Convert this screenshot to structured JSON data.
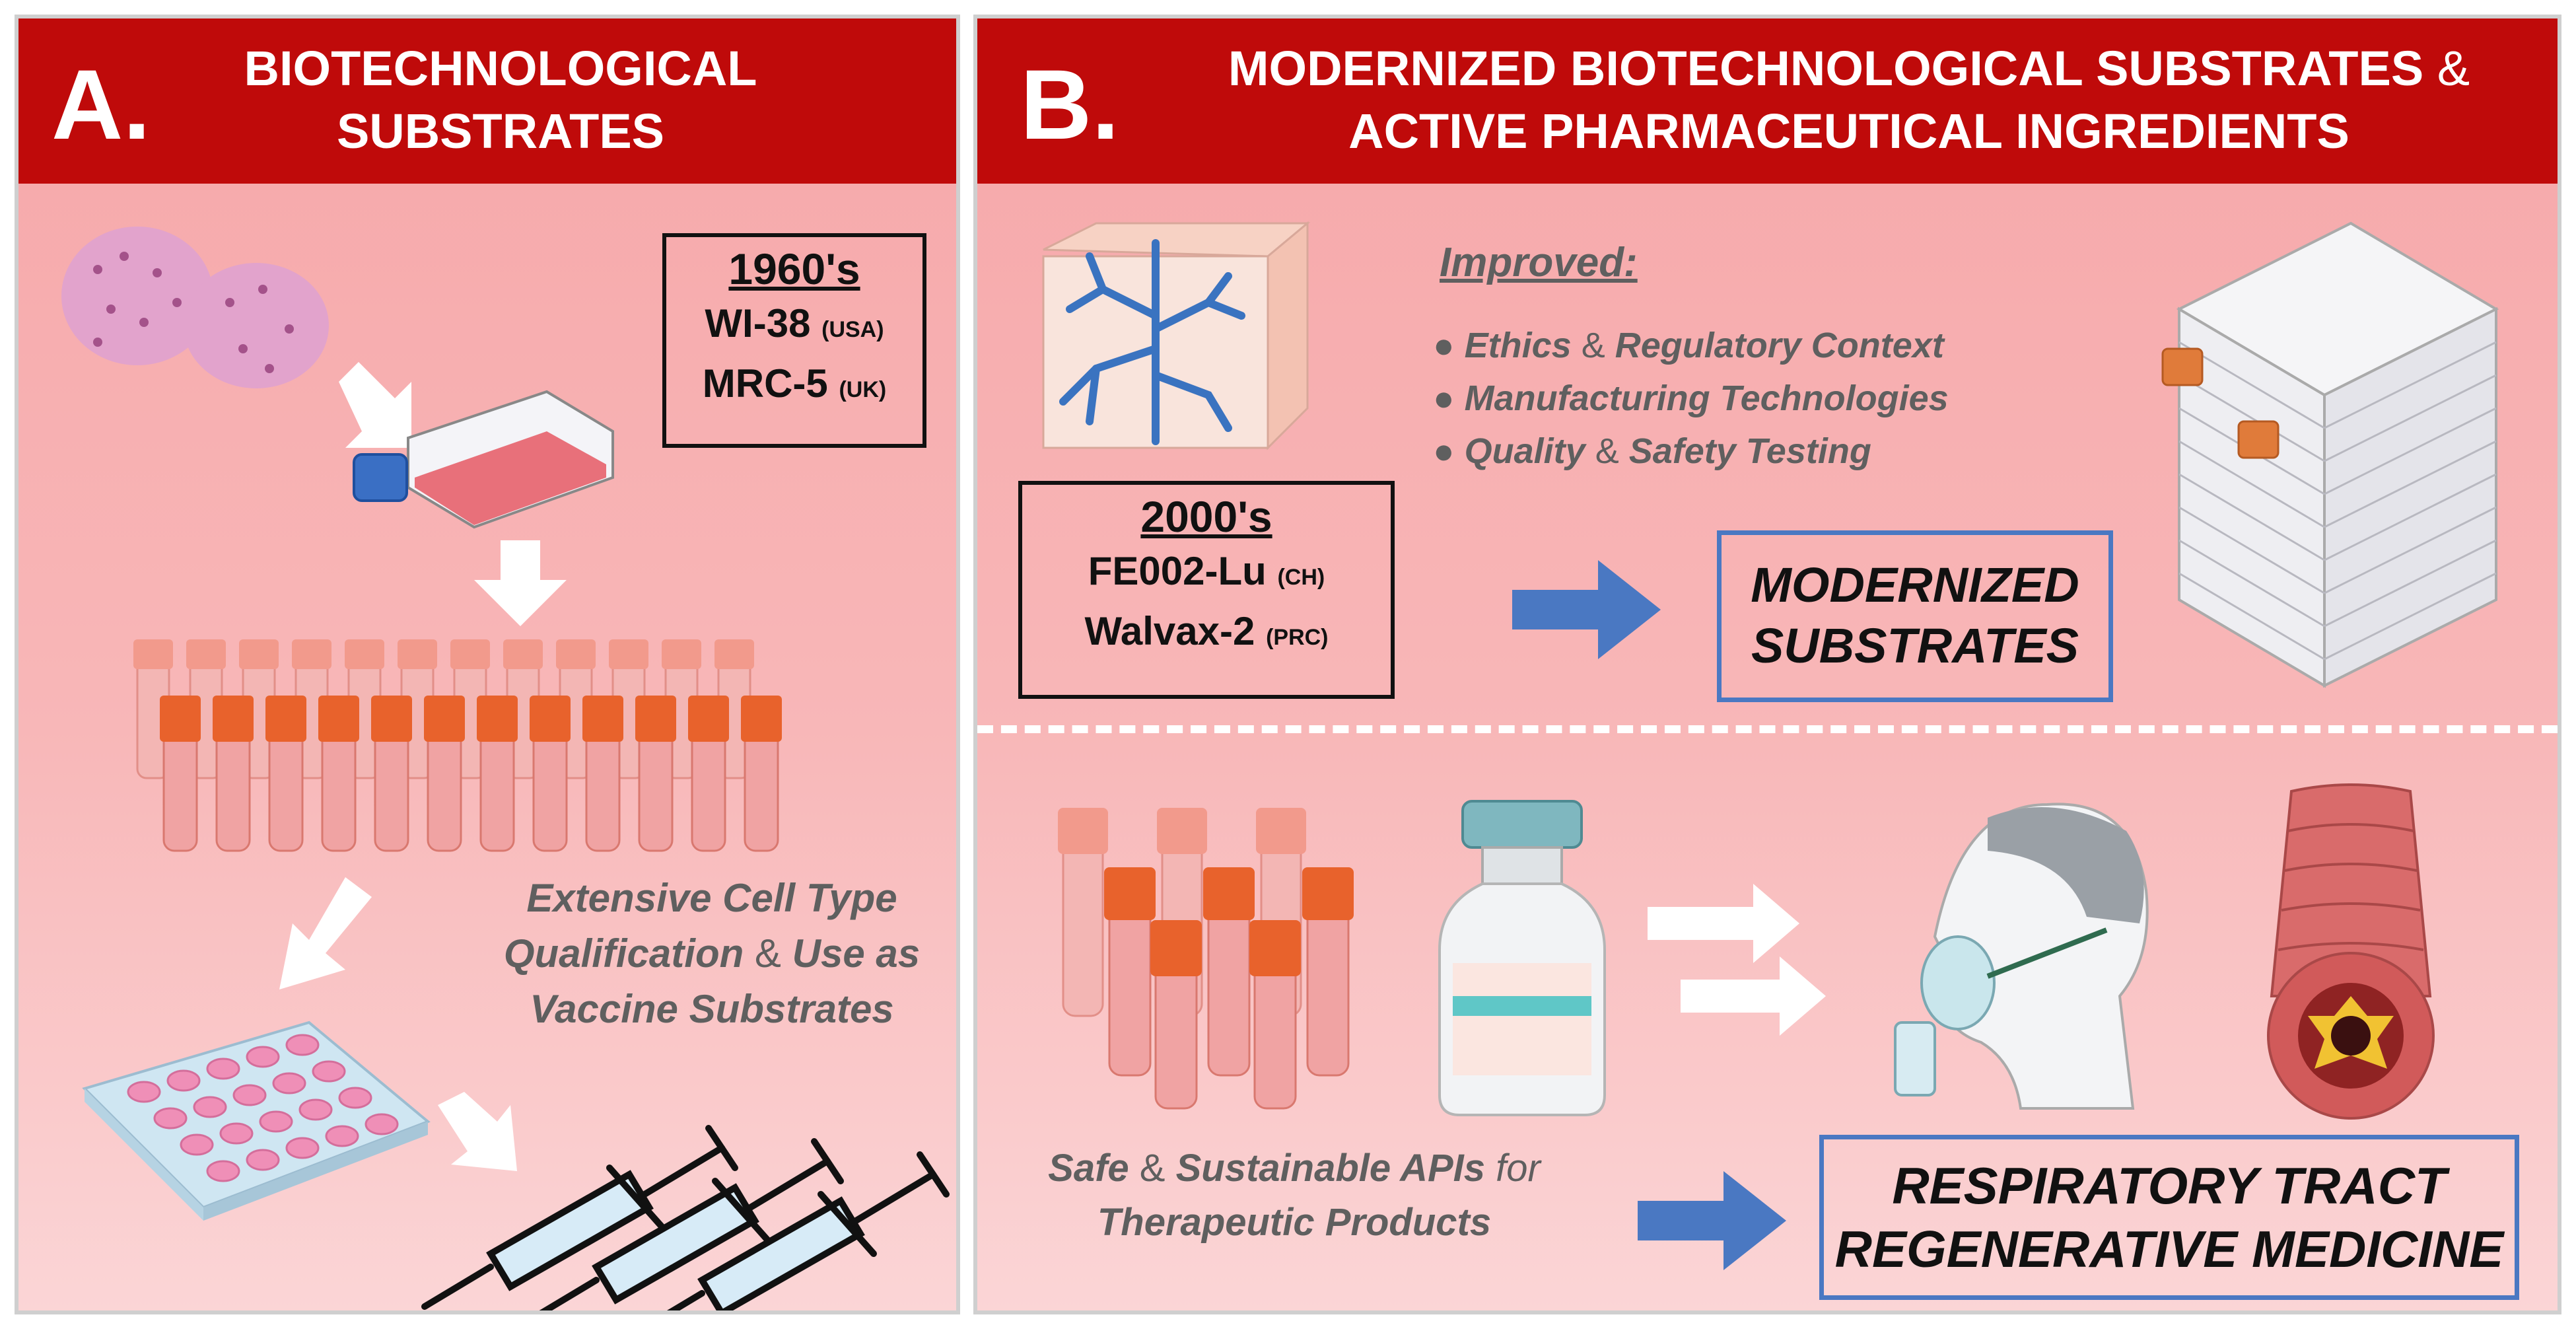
{
  "panel_a": {
    "letter": "A.",
    "title_line1": "BIOTECHNOLOGICAL",
    "title_line2": "SUBSTRATES",
    "box": {
      "year": "1960's",
      "line1_main": "WI-38",
      "line1_sub": "(USA)",
      "line2_main": "MRC-5",
      "line2_sub": "(UK)"
    },
    "caption_line1": "Extensive Cell Type",
    "caption_line2_a": "Qualification",
    "caption_line2_amp": "&",
    "caption_line2_b": "Use as",
    "caption_line3": "Vaccine Substrates"
  },
  "panel_b": {
    "letter": "B.",
    "title_line1": "MODERNIZED BIOTECHNOLOGICAL SUBSTRATES",
    "title_amp": "&",
    "title_line2": "ACTIVE PHARMACEUTICAL INGREDIENTS",
    "improved_heading": "Improved:",
    "bullets": [
      {
        "a": "Ethics",
        "amp": "&",
        "b": "Regulatory Context"
      },
      {
        "a": "Manufacturing Technologies",
        "amp": "",
        "b": ""
      },
      {
        "a": "Quality",
        "amp": "&",
        "b": "Safety Testing"
      }
    ],
    "box": {
      "year": "2000's",
      "line1_main": "FE002-Lu",
      "line1_sub": "(CH)",
      "line2_main": "Walvax-2",
      "line2_sub": "(PRC)"
    },
    "modernized_line1": "MODERNIZED",
    "modernized_line2": "SUBSTRATES",
    "apis_line1_a": "Safe",
    "apis_line1_amp": "&",
    "apis_line1_b": "Sustainable APIs",
    "apis_line1_c": "for",
    "apis_line2": "Therapeutic Products",
    "regen_line1": "RESPIRATORY TRACT",
    "regen_line2": "REGENERATIVE MEDICINE"
  },
  "colors": {
    "header_red": "#bf0a0a",
    "arrow_blue": "#4a78c2",
    "cap_orange": "#e8622c",
    "flask_cap_blue": "#3a6fc4"
  }
}
